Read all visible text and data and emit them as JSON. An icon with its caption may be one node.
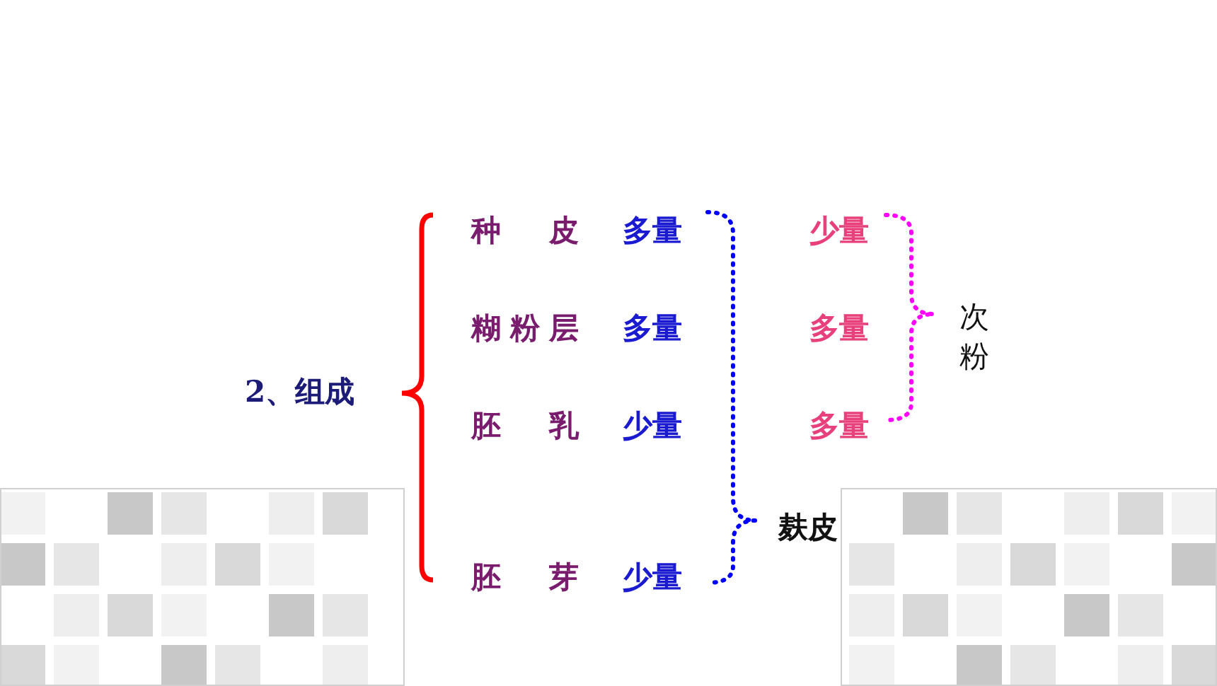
{
  "diagram": {
    "labels": [
      "种皮",
      "多量",
      "少量",
      "次粉",
      "糊粉层",
      "多量",
      "多量",
      "2、组成",
      "胚乳",
      "少量",
      "多量",
      "麸皮",
      "胚芽",
      "少量"
    ]
  }
}
